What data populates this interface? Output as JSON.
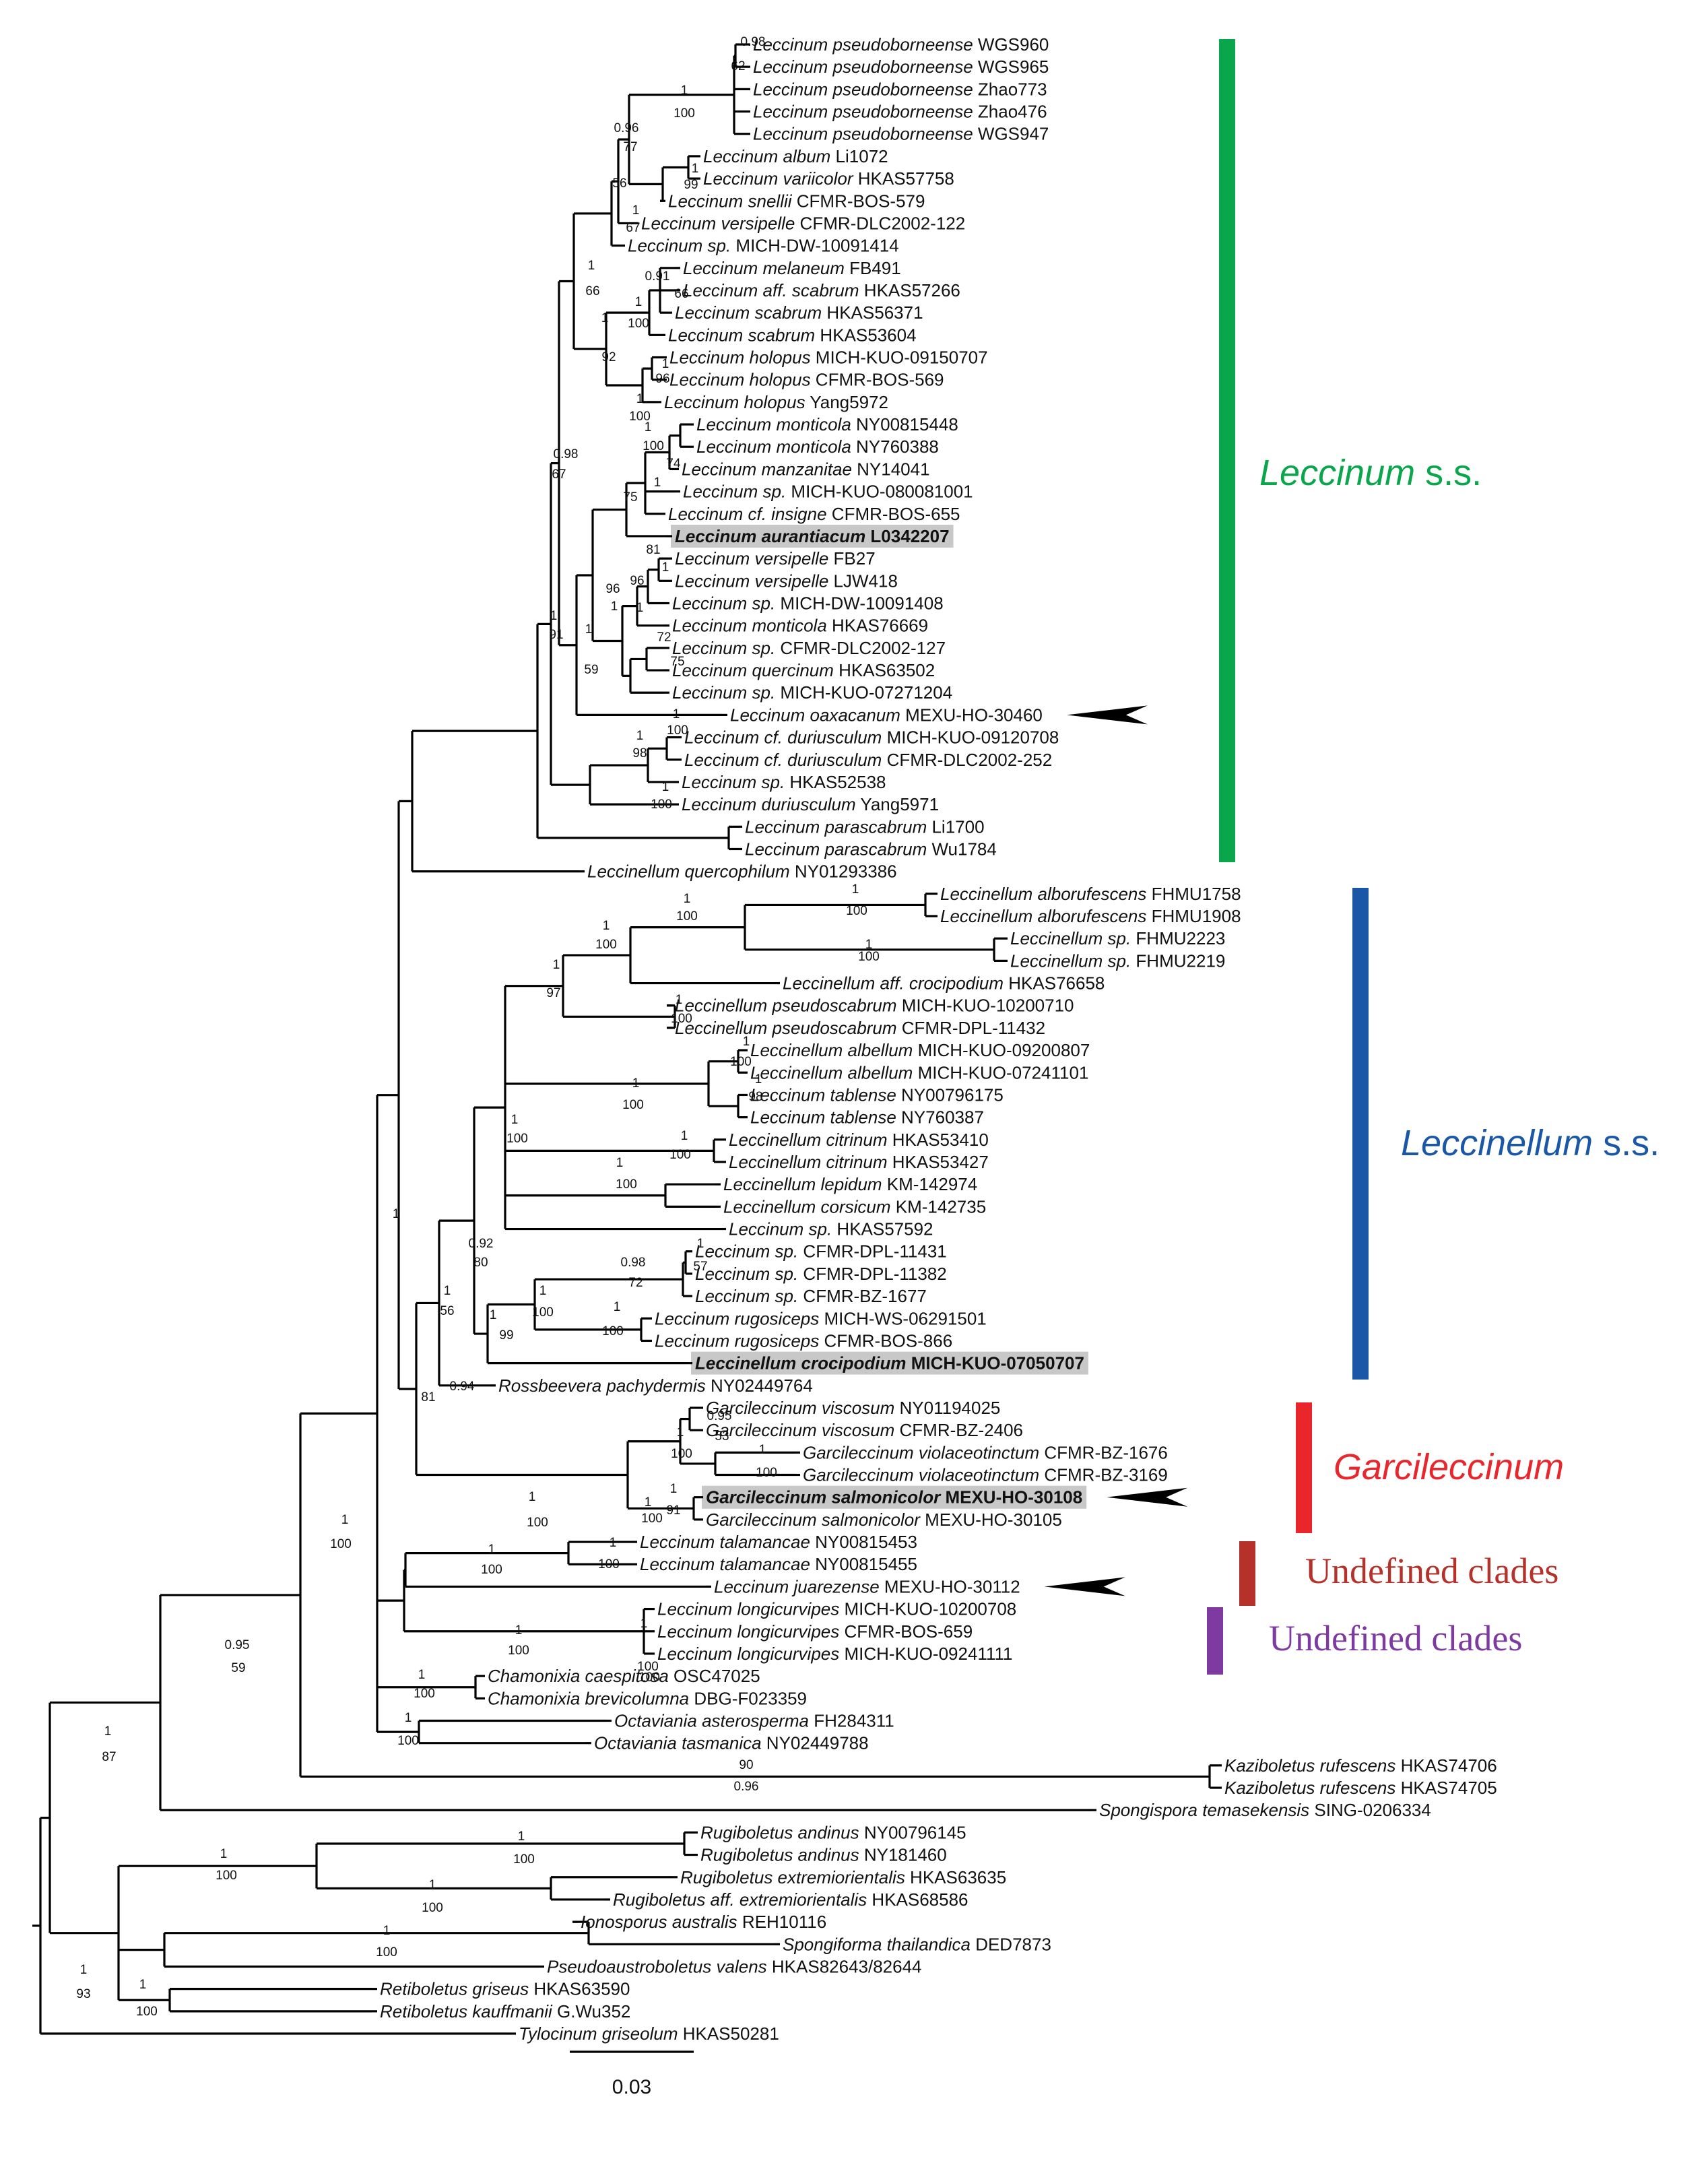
{
  "figure": {
    "scale_bar_label": "0.03",
    "colors": {
      "green": "#0aa64c",
      "blue": "#1a57a6",
      "red": "#e8262b",
      "brown": "#b5312a",
      "purple": "#7e3aa1",
      "highlight": "#c8c8c8"
    }
  },
  "clades": [
    {
      "id": "leccinum",
      "label_italic": "Leccinum",
      "label_rest": " s.s.",
      "color": "#0aa64c",
      "serif": false
    },
    {
      "id": "leccinellum",
      "label_italic": "Leccinellum",
      "label_rest": " s.s.",
      "color": "#1a57a6",
      "serif": false
    },
    {
      "id": "garcileccinum",
      "label_italic": "Garcileccinum",
      "label_rest": "",
      "color": "#e8262b",
      "serif": false
    },
    {
      "id": "undefined1",
      "label_italic": "",
      "label_rest": "Undefined clades",
      "color": "#b5312a",
      "serif": true
    },
    {
      "id": "undefined2",
      "label_italic": "",
      "label_rest": "Undefined clades",
      "color": "#7e3aa1",
      "serif": true
    }
  ],
  "taxa": [
    {
      "genus": "Leccinum",
      "epithet": "pseudoborneense",
      "voucher": "WGS960"
    },
    {
      "genus": "Leccinum",
      "epithet": "pseudoborneense",
      "voucher": "WGS965"
    },
    {
      "genus": "Leccinum",
      "epithet": "pseudoborneense",
      "voucher": "Zhao773"
    },
    {
      "genus": "Leccinum",
      "epithet": "pseudoborneense",
      "voucher": "Zhao476"
    },
    {
      "genus": "Leccinum",
      "epithet": "pseudoborneense",
      "voucher": "WGS947"
    },
    {
      "genus": "Leccinum",
      "epithet": "album",
      "voucher": "Li1072"
    },
    {
      "genus": "Leccinum",
      "epithet": "variicolor",
      "voucher": "HKAS57758"
    },
    {
      "genus": "Leccinum",
      "epithet": "snellii",
      "voucher": "CFMR-BOS-579"
    },
    {
      "genus": "Leccinum",
      "epithet": "versipelle",
      "voucher": "CFMR-DLC2002-122"
    },
    {
      "genus": "Leccinum",
      "epithet": "sp.",
      "voucher": "MICH-DW-10091414"
    },
    {
      "genus": "Leccinum",
      "epithet": "melaneum",
      "voucher": "FB491"
    },
    {
      "genus": "Leccinum",
      "epithet": "aff. scabrum",
      "voucher": "HKAS57266"
    },
    {
      "genus": "Leccinum",
      "epithet": "scabrum",
      "voucher": "HKAS56371"
    },
    {
      "genus": "Leccinum",
      "epithet": "scabrum",
      "voucher": "HKAS53604"
    },
    {
      "genus": "Leccinum",
      "epithet": "holopus",
      "voucher": "MICH-KUO-09150707"
    },
    {
      "genus": "Leccinum",
      "epithet": "holopus",
      "voucher": "CFMR-BOS-569"
    },
    {
      "genus": "Leccinum",
      "epithet": "holopus",
      "voucher": "Yang5972"
    },
    {
      "genus": "Leccinum",
      "epithet": "monticola",
      "voucher": "NY00815448"
    },
    {
      "genus": "Leccinum",
      "epithet": "monticola",
      "voucher": "NY760388"
    },
    {
      "genus": "Leccinum",
      "epithet": "manzanitae",
      "voucher": "NY14041"
    },
    {
      "genus": "Leccinum",
      "epithet": "sp.",
      "voucher": "MICH-KUO-080081001"
    },
    {
      "genus": "Leccinum",
      "epithet": "cf. insigne",
      "voucher": "CFMR-BOS-655"
    },
    {
      "genus": "Leccinum",
      "epithet": "aurantiacum",
      "voucher": "L0342207",
      "bold": true,
      "highlight": true
    },
    {
      "genus": "Leccinum",
      "epithet": "versipelle",
      "voucher": "FB27"
    },
    {
      "genus": "Leccinum",
      "epithet": "versipelle",
      "voucher": "LJW418"
    },
    {
      "genus": "Leccinum",
      "epithet": "sp.",
      "voucher": "MICH-DW-10091408"
    },
    {
      "genus": "Leccinum",
      "epithet": "monticola",
      "voucher": "HKAS76669"
    },
    {
      "genus": "Leccinum",
      "epithet": "sp.",
      "voucher": "CFMR-DLC2002-127"
    },
    {
      "genus": "Leccinum",
      "epithet": "quercinum",
      "voucher": "HKAS63502"
    },
    {
      "genus": "Leccinum",
      "epithet": "sp.",
      "voucher": "MICH-KUO-07271204"
    },
    {
      "genus": "Leccinum",
      "epithet": "oaxacanum",
      "voucher": "MEXU-HO-30460",
      "arrow": true
    },
    {
      "genus": "Leccinum",
      "epithet": "cf. duriusculum",
      "voucher": "MICH-KUO-09120708"
    },
    {
      "genus": "Leccinum",
      "epithet": "cf. duriusculum",
      "voucher": "CFMR-DLC2002-252"
    },
    {
      "genus": "Leccinum",
      "epithet": "sp.",
      "voucher": "HKAS52538"
    },
    {
      "genus": "Leccinum",
      "epithet": "duriusculum",
      "voucher": "Yang5971"
    },
    {
      "genus": "Leccinum",
      "epithet": "parascabrum",
      "voucher": "Li1700"
    },
    {
      "genus": "Leccinum",
      "epithet": "parascabrum",
      "voucher": "Wu1784"
    },
    {
      "genus": "Leccinellum",
      "epithet": "quercophilum",
      "voucher": "NY01293386"
    },
    {
      "genus": "Leccinellum",
      "epithet": "alborufescens",
      "voucher": "FHMU1758"
    },
    {
      "genus": "Leccinellum",
      "epithet": "alborufescens",
      "voucher": "FHMU1908"
    },
    {
      "genus": "Leccinellum",
      "epithet": "sp.",
      "voucher": "FHMU2223"
    },
    {
      "genus": "Leccinellum",
      "epithet": "sp.",
      "voucher": "FHMU2219"
    },
    {
      "genus": "Leccinellum",
      "epithet": "aff. crocipodium",
      "voucher": "HKAS76658"
    },
    {
      "genus": "Leccinellum",
      "epithet": "pseudoscabrum",
      "voucher": "MICH-KUO-10200710"
    },
    {
      "genus": "Leccinellum",
      "epithet": "pseudoscabrum",
      "voucher": "CFMR-DPL-11432"
    },
    {
      "genus": "Leccinellum",
      "epithet": "albellum",
      "voucher": "MICH-KUO-09200807"
    },
    {
      "genus": "Leccinellum",
      "epithet": "albellum",
      "voucher": "MICH-KUO-07241101"
    },
    {
      "genus": "Leccinum",
      "epithet": "tablense",
      "voucher": "NY00796175"
    },
    {
      "genus": "Leccinum",
      "epithet": "tablense",
      "voucher": "NY760387"
    },
    {
      "genus": "Leccinellum",
      "epithet": "citrinum",
      "voucher": "HKAS53410"
    },
    {
      "genus": "Leccinellum",
      "epithet": "citrinum",
      "voucher": "HKAS53427"
    },
    {
      "genus": "Leccinellum",
      "epithet": "lepidum",
      "voucher": "KM-142974"
    },
    {
      "genus": "Leccinellum",
      "epithet": "corsicum",
      "voucher": "KM-142735"
    },
    {
      "genus": "Leccinum",
      "epithet": "sp.",
      "voucher": "HKAS57592"
    },
    {
      "genus": "Leccinum",
      "epithet": "sp.",
      "voucher": "CFMR-DPL-11431"
    },
    {
      "genus": "Leccinum",
      "epithet": "sp.",
      "voucher": "CFMR-DPL-11382"
    },
    {
      "genus": "Leccinum",
      "epithet": "sp.",
      "voucher": "CFMR-BZ-1677"
    },
    {
      "genus": "Leccinum",
      "epithet": "rugosiceps",
      "voucher": "MICH-WS-06291501"
    },
    {
      "genus": "Leccinum",
      "epithet": "rugosiceps",
      "voucher": "CFMR-BOS-866"
    },
    {
      "genus": "Leccinellum",
      "epithet": "crocipodium",
      "voucher": "MICH-KUO-07050707",
      "bold": true,
      "highlight": true
    },
    {
      "genus": "Rossbeevera",
      "epithet": "pachydermis",
      "voucher": "NY02449764"
    },
    {
      "genus": "Garcileccinum",
      "epithet": "viscosum",
      "voucher": "NY01194025"
    },
    {
      "genus": "Garcileccinum",
      "epithet": "viscosum",
      "voucher": "CFMR-BZ-2406"
    },
    {
      "genus": "Garcileccinum",
      "epithet": "violaceotinctum",
      "voucher": "CFMR-BZ-1676"
    },
    {
      "genus": "Garcileccinum",
      "epithet": "violaceotinctum",
      "voucher": "CFMR-BZ-3169"
    },
    {
      "genus": "Garcileccinum",
      "epithet": "salmonicolor",
      "voucher": "MEXU-HO-30108",
      "bold": true,
      "highlight": true,
      "arrow": true
    },
    {
      "genus": "Garcileccinum",
      "epithet": "salmonicolor",
      "voucher": "MEXU-HO-30105"
    },
    {
      "genus": "Leccinum",
      "epithet": "talamancae",
      "voucher": "NY00815453"
    },
    {
      "genus": "Leccinum",
      "epithet": "talamancae",
      "voucher": "NY00815455"
    },
    {
      "genus": "Leccinum",
      "epithet": "juarezense",
      "voucher": "MEXU-HO-30112",
      "arrow": true
    },
    {
      "genus": "Leccinum",
      "epithet": "longicurvipes",
      "voucher": "MICH-KUO-10200708"
    },
    {
      "genus": "Leccinum",
      "epithet": "longicurvipes",
      "voucher": "CFMR-BOS-659"
    },
    {
      "genus": "Leccinum",
      "epithet": "longicurvipes",
      "voucher": "MICH-KUO-09241111"
    },
    {
      "genus": "Chamonixia",
      "epithet": "caespitosa",
      "voucher": "OSC47025"
    },
    {
      "genus": "Chamonixia",
      "epithet": "brevicolumna",
      "voucher": "DBG-F023359"
    },
    {
      "genus": "Octaviania",
      "epithet": "asterosperma",
      "voucher": "FH284311"
    },
    {
      "genus": "Octaviania",
      "epithet": "tasmanica",
      "voucher": "NY02449788"
    },
    {
      "genus": "Kaziboletus",
      "epithet": "rufescens",
      "voucher": "HKAS74706"
    },
    {
      "genus": "Kaziboletus",
      "epithet": "rufescens",
      "voucher": "HKAS74705"
    },
    {
      "genus": "Spongispora",
      "epithet": "temasekensis",
      "voucher": "SING-0206334"
    },
    {
      "genus": "Rugiboletus",
      "epithet": "andinus",
      "voucher": "NY00796145"
    },
    {
      "genus": "Rugiboletus",
      "epithet": "andinus",
      "voucher": "NY181460"
    },
    {
      "genus": "Rugiboletus",
      "epithet": "extremiorientalis",
      "voucher": "HKAS63635"
    },
    {
      "genus": "Rugiboletus",
      "epithet": "aff. extremiorientalis",
      "voucher": "HKAS68586"
    },
    {
      "genus": "Ionosporus",
      "epithet": "australis",
      "voucher": "REH10116"
    },
    {
      "genus": "Spongiforma",
      "epithet": "thailandica",
      "voucher": "DED7873"
    },
    {
      "genus": "Pseudoaustroboletus",
      "epithet": "valens",
      "voucher": "HKAS82643/82644"
    },
    {
      "genus": "Retiboletus",
      "epithet": "griseus",
      "voucher": "HKAS63590"
    },
    {
      "genus": "Retiboletus",
      "epithet": "kauffmanii",
      "voucher": "G.Wu352"
    },
    {
      "genus": "Tylocinum",
      "epithet": "griseolum",
      "voucher": "HKAS50281"
    }
  ],
  "supports": [
    "0.98",
    "62",
    "1",
    "100",
    "0.96",
    "77",
    "1",
    "99",
    "56",
    "1",
    "67",
    "1",
    "66",
    "0.91",
    "66",
    "1",
    "100",
    "1",
    "92",
    "1",
    "96",
    "1",
    "100",
    "0.98",
    "67",
    "1",
    "100",
    "74",
    "1",
    "75",
    "81",
    "1",
    "96",
    "1",
    "96",
    "1",
    "72",
    "75",
    "1",
    "59",
    "1",
    "91",
    "1",
    "100",
    "1",
    "98",
    "1",
    "100",
    "1",
    "100",
    "1",
    "100",
    "1",
    "100",
    "1",
    "100",
    "1",
    "100",
    "1",
    "97",
    "1",
    "100",
    "1",
    "98",
    "1",
    "100",
    "1",
    "100",
    "1",
    "100",
    "1",
    "100",
    "1",
    "57",
    "0.98",
    "72",
    "1",
    "100",
    "1",
    "100",
    "1",
    "99",
    "0.92",
    "80",
    "1",
    "56",
    "0.94",
    "81",
    "0.95",
    "53",
    "1",
    "100",
    "1",
    "100",
    "1",
    "91",
    "1",
    "100",
    "1",
    "100",
    "1",
    "100",
    "1",
    "100",
    "1",
    "100",
    "1",
    "100",
    "100",
    "1",
    "100",
    "1",
    "100",
    "1",
    "90",
    "0.96",
    "1",
    "100",
    "0.95",
    "59",
    "1",
    "87",
    "1",
    "100",
    "1",
    "100",
    "1",
    "100",
    "1",
    "100",
    "1",
    "100",
    "1",
    "93",
    "1",
    "81",
    "1",
    "100"
  ]
}
